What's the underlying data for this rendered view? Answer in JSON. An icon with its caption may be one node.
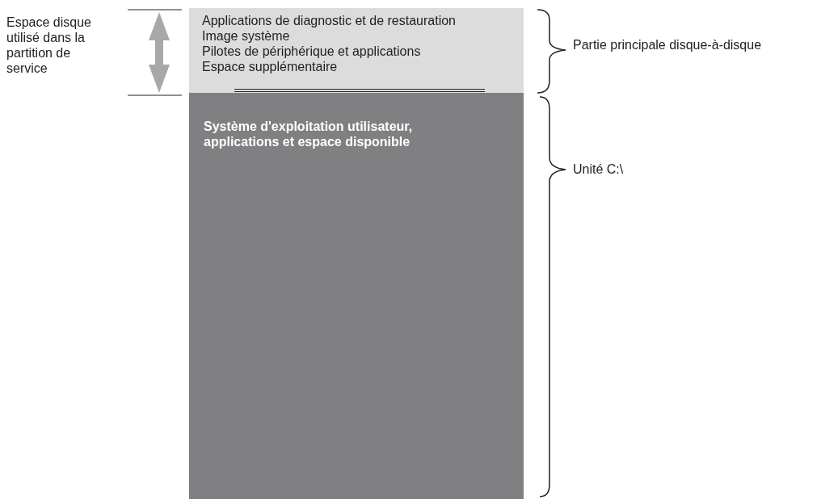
{
  "diagram": {
    "nodes": [
      {
        "text": [
          "Applications de diagnostic et de restauration",
          "Image système",
          "Pilotes de périphérique et applications",
          "Espace supplémentaire"
        ]
      },
      {
        "text": [
          "Système d'exploitation utilisateur, applications et espace disponible"
        ]
      }
    ],
    "edges": [],
    "labels": [
      "Espace disque utilisé dans la partition de service",
      "Partie principale disque-à-disque",
      "Unité C:\\"
    ]
  }
}
